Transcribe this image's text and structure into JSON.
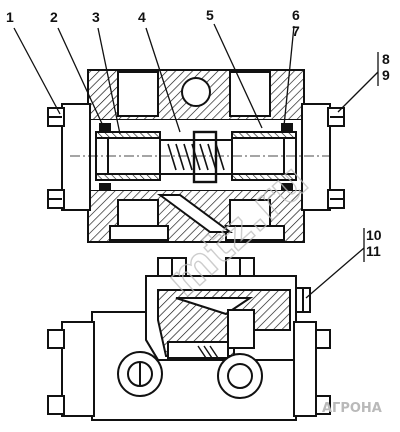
{
  "callouts": {
    "c1": "1",
    "c2": "2",
    "c3": "3",
    "c4": "4",
    "c5": "5",
    "c6": "6",
    "c7": "7",
    "c8": "8",
    "c9": "9",
    "c10": "10",
    "c11": "11"
  },
  "watermark": "mtz.ru",
  "logo": "АГРОНА",
  "colors": {
    "line": "#111111",
    "hatch": "#111111",
    "watermark": "#bdbdbd"
  }
}
